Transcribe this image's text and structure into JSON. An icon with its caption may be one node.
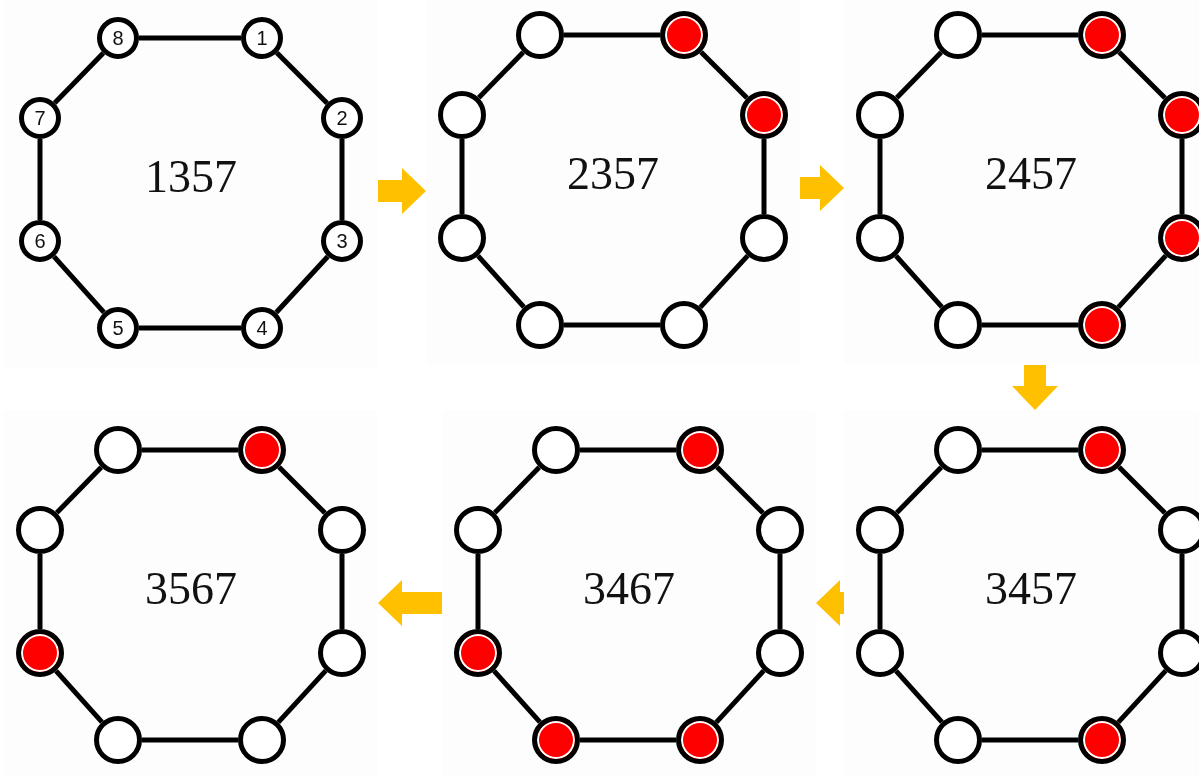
{
  "diagram": {
    "nodes": [
      {
        "text": [
          "1357"
        ]
      },
      {
        "text": [
          "8"
        ],
        "in": 0
      },
      {
        "text": [
          "1"
        ],
        "in": 0
      },
      {
        "text": [
          "7"
        ],
        "in": 0
      },
      {
        "text": [
          "2"
        ],
        "in": 0
      },
      {
        "text": [
          "6"
        ],
        "in": 0
      },
      {
        "text": [
          "3"
        ],
        "in": 0
      },
      {
        "text": [
          "5"
        ],
        "in": 0
      },
      {
        "text": [
          "4"
        ],
        "in": 0
      },
      {
        "text": [
          "2357"
        ]
      },
      {
        "text": [],
        "shape": "circle",
        "in": 9
      },
      {
        "text": [],
        "shape": "dot",
        "in": 9
      },
      {
        "text": [],
        "shape": "circle",
        "in": 9
      },
      {
        "text": [],
        "shape": "dot",
        "in": 9
      },
      {
        "text": [],
        "shape": "circle",
        "in": 9
      },
      {
        "text": [],
        "shape": "circle",
        "in": 9
      },
      {
        "text": [],
        "shape": "circle",
        "in": 9
      },
      {
        "text": [],
        "shape": "circle",
        "in": 9
      },
      {
        "text": [
          "2457"
        ]
      },
      {
        "text": [],
        "shape": "circle",
        "in": 18
      },
      {
        "text": [],
        "shape": "dot",
        "in": 18
      },
      {
        "text": [],
        "shape": "circle",
        "in": 18
      },
      {
        "text": [],
        "shape": "dot",
        "in": 18
      },
      {
        "text": [],
        "shape": "circle",
        "in": 18
      },
      {
        "text": [],
        "shape": "dot",
        "in": 18
      },
      {
        "text": [],
        "shape": "circle",
        "in": 18
      },
      {
        "text": [],
        "shape": "dot",
        "in": 18
      },
      {
        "text": [
          "3567"
        ]
      },
      {
        "text": [],
        "shape": "circle",
        "in": 27
      },
      {
        "text": [],
        "shape": "dot",
        "in": 27
      },
      {
        "text": [],
        "shape": "circle",
        "in": 27
      },
      {
        "text": [],
        "shape": "circle",
        "in": 27
      },
      {
        "text": [],
        "shape": "dot",
        "in": 27
      },
      {
        "text": [],
        "shape": "circle",
        "in": 27
      },
      {
        "text": [],
        "shape": "circle",
        "in": 27
      },
      {
        "text": [],
        "shape": "circle",
        "in": 27
      },
      {
        "text": [
          "3467"
        ]
      },
      {
        "text": [],
        "shape": "circle",
        "in": 36
      },
      {
        "text": [],
        "shape": "dot",
        "in": 36
      },
      {
        "text": [],
        "shape": "circle",
        "in": 36
      },
      {
        "text": [],
        "shape": "circle",
        "in": 36
      },
      {
        "text": [],
        "shape": "dot",
        "in": 36
      },
      {
        "text": [],
        "shape": "circle",
        "in": 36
      },
      {
        "text": [],
        "shape": "dot",
        "in": 36
      },
      {
        "text": [],
        "shape": "dot",
        "in": 36
      },
      {
        "text": [
          "3457"
        ]
      },
      {
        "text": [],
        "shape": "circle",
        "in": 45
      },
      {
        "text": [],
        "shape": "dot",
        "in": 45
      },
      {
        "text": [],
        "shape": "circle",
        "in": 45
      },
      {
        "text": [],
        "shape": "circle",
        "in": 45
      },
      {
        "text": [],
        "shape": "circle",
        "in": 45
      },
      {
        "text": [],
        "shape": "circle",
        "in": 45
      },
      {
        "text": [],
        "shape": "circle",
        "in": 45
      },
      {
        "text": [],
        "shape": "dot",
        "in": 45
      }
    ],
    "edges": [
      {
        "from": 1,
        "to": 2,
        "arrow": "none"
      },
      {
        "from": 2,
        "to": 4,
        "arrow": "none"
      },
      {
        "from": 4,
        "to": 6,
        "arrow": "none"
      },
      {
        "from": 6,
        "to": 8,
        "arrow": "none"
      },
      {
        "from": 8,
        "to": 7,
        "arrow": "none"
      },
      {
        "from": 7,
        "to": 5,
        "arrow": "none"
      },
      {
        "from": 5,
        "to": 3,
        "arrow": "none"
      },
      {
        "from": 3,
        "to": 1,
        "arrow": "none"
      },
      {
        "from": 10,
        "to": 11,
        "arrow": "none"
      },
      {
        "from": 11,
        "to": 13,
        "arrow": "none"
      },
      {
        "from": 13,
        "to": 15,
        "arrow": "none"
      },
      {
        "from": 15,
        "to": 17,
        "arrow": "none"
      },
      {
        "from": 17,
        "to": 16,
        "arrow": "none"
      },
      {
        "from": 16,
        "to": 14,
        "arrow": "none"
      },
      {
        "from": 14,
        "to": 12,
        "arrow": "none"
      },
      {
        "from": 12,
        "to": 10,
        "arrow": "none"
      },
      {
        "from": 19,
        "to": 20,
        "arrow": "none"
      },
      {
        "from": 20,
        "to": 22,
        "arrow": "none"
      },
      {
        "from": 22,
        "to": 24,
        "arrow": "none"
      },
      {
        "from": 24,
        "to": 26,
        "arrow": "none"
      },
      {
        "from": 26,
        "to": 25,
        "arrow": "none"
      },
      {
        "from": 25,
        "to": 23,
        "arrow": "none"
      },
      {
        "from": 23,
        "to": 21,
        "arrow": "none"
      },
      {
        "from": 21,
        "to": 19,
        "arrow": "none"
      },
      {
        "from": 28,
        "to": 29,
        "arrow": "none"
      },
      {
        "from": 29,
        "to": 31,
        "arrow": "none"
      },
      {
        "from": 31,
        "to": 33,
        "arrow": "none"
      },
      {
        "from": 33,
        "to": 35,
        "arrow": "none"
      },
      {
        "from": 35,
        "to": 34,
        "arrow": "none"
      },
      {
        "from": 34,
        "to": 32,
        "arrow": "none"
      },
      {
        "from": 32,
        "to": 30,
        "arrow": "none"
      },
      {
        "from": 30,
        "to": 28,
        "arrow": "none"
      },
      {
        "from": 37,
        "to": 38,
        "arrow": "none"
      },
      {
        "from": 38,
        "to": 40,
        "arrow": "none"
      },
      {
        "from": 40,
        "to": 42,
        "arrow": "none"
      },
      {
        "from": 42,
        "to": 44,
        "arrow": "none"
      },
      {
        "from": 44,
        "to": 43,
        "arrow": "none"
      },
      {
        "from": 43,
        "to": 41,
        "arrow": "none"
      },
      {
        "from": 41,
        "to": 39,
        "arrow": "none"
      },
      {
        "from": 39,
        "to": 37,
        "arrow": "none"
      },
      {
        "from": 46,
        "to": 47,
        "arrow": "none"
      },
      {
        "from": 47,
        "to": 49,
        "arrow": "none"
      },
      {
        "from": 49,
        "to": 51,
        "arrow": "none"
      },
      {
        "from": 51,
        "to": 53,
        "arrow": "none"
      },
      {
        "from": 53,
        "to": 52,
        "arrow": "none"
      },
      {
        "from": 52,
        "to": 50,
        "arrow": "none"
      },
      {
        "from": 50,
        "to": 48,
        "arrow": "none"
      },
      {
        "from": 48,
        "to": 46,
        "arrow": "none"
      },
      {
        "from": 0,
        "to": 9,
        "arrow": "to",
        "style": "thick",
        "color": "#ffc000"
      },
      {
        "from": 9,
        "to": 18,
        "arrow": "to",
        "style": "thick",
        "color": "#ffc000"
      },
      {
        "from": 18,
        "to": 45,
        "arrow": "to",
        "style": "thick",
        "color": "#ffc000"
      },
      {
        "from": 45,
        "to": 36,
        "arrow": "to",
        "style": "thick",
        "color": "#ffc000"
      },
      {
        "from": 36,
        "to": 27,
        "arrow": "to",
        "style": "thick",
        "color": "#ffc000"
      }
    ]
  }
}
